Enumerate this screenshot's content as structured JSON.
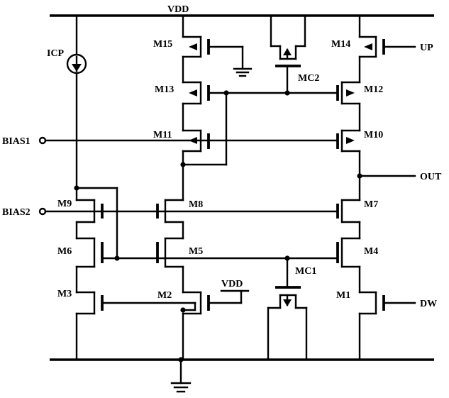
{
  "rails": {
    "vdd": "VDD",
    "vdd_local": "VDD"
  },
  "sources": {
    "charge_pump_current": "ICP"
  },
  "ports": {
    "bias1": "BIAS1",
    "bias2": "BIAS2",
    "up": "UP",
    "dw": "DW",
    "out": "OUT"
  },
  "transistors": {
    "m1": "M1",
    "m2": "M2",
    "m3": "M3",
    "m4": "M4",
    "m5": "M5",
    "m6": "M6",
    "m7": "M7",
    "m8": "M8",
    "m9": "M9",
    "m10": "M10",
    "m11": "M11",
    "m12": "M12",
    "m13": "M13",
    "m14": "M14",
    "m15": "M15",
    "mc1": "MC1",
    "mc2": "MC2"
  }
}
